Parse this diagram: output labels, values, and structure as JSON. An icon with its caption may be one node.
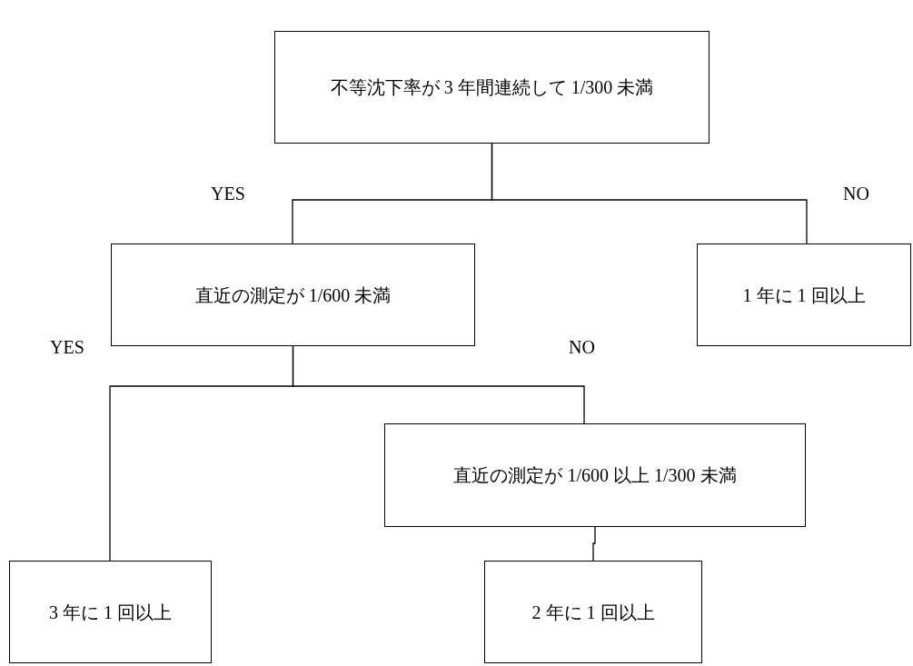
{
  "diagram": {
    "nodes": [
      {
        "text": [
          "不等沈下率が 3 年間連続して 1/300 未満"
        ]
      },
      {
        "text": [
          "直近の測定が 1/600 未満"
        ]
      },
      {
        "text": [
          "1 年に 1 回以上"
        ]
      },
      {
        "text": [
          "直近の測定が 1/600 以上 1/300 未満"
        ]
      },
      {
        "text": [
          "3 年に 1 回以上"
        ]
      },
      {
        "text": [
          "2 年に 1 回以上"
        ]
      }
    ],
    "edges": [
      {
        "from": 0,
        "to": 1,
        "arrow": "none",
        "label": "YES"
      },
      {
        "from": 0,
        "to": 2,
        "arrow": "none",
        "label": "NO"
      },
      {
        "from": 1,
        "to": 4,
        "arrow": "none",
        "label": "YES"
      },
      {
        "from": 1,
        "to": 3,
        "arrow": "none",
        "label": "NO"
      },
      {
        "from": 3,
        "to": 5,
        "arrow": "none"
      }
    ]
  }
}
